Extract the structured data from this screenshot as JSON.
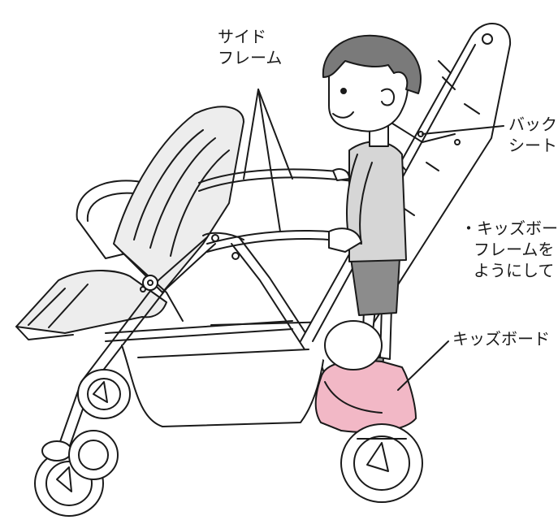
{
  "labels": {
    "side_frame": [
      "サイド",
      "フレーム"
    ],
    "back_seat": [
      "バック",
      "シート"
    ],
    "kids_board": "キッズボード",
    "note": [
      "・キッズボー",
      "フレームを",
      "ようにして"
    ]
  },
  "colors": {
    "line": "#1a1a1a",
    "seat_fill": "#ededed",
    "shirt": "#d6d6d6",
    "shorts": "#8c8c8c",
    "hair": "#7a7a7a",
    "socks": "#9a9a9a",
    "shoes": "#6e6e6e",
    "kids_board": "#f2b8c6",
    "skin": "#ffffff"
  }
}
